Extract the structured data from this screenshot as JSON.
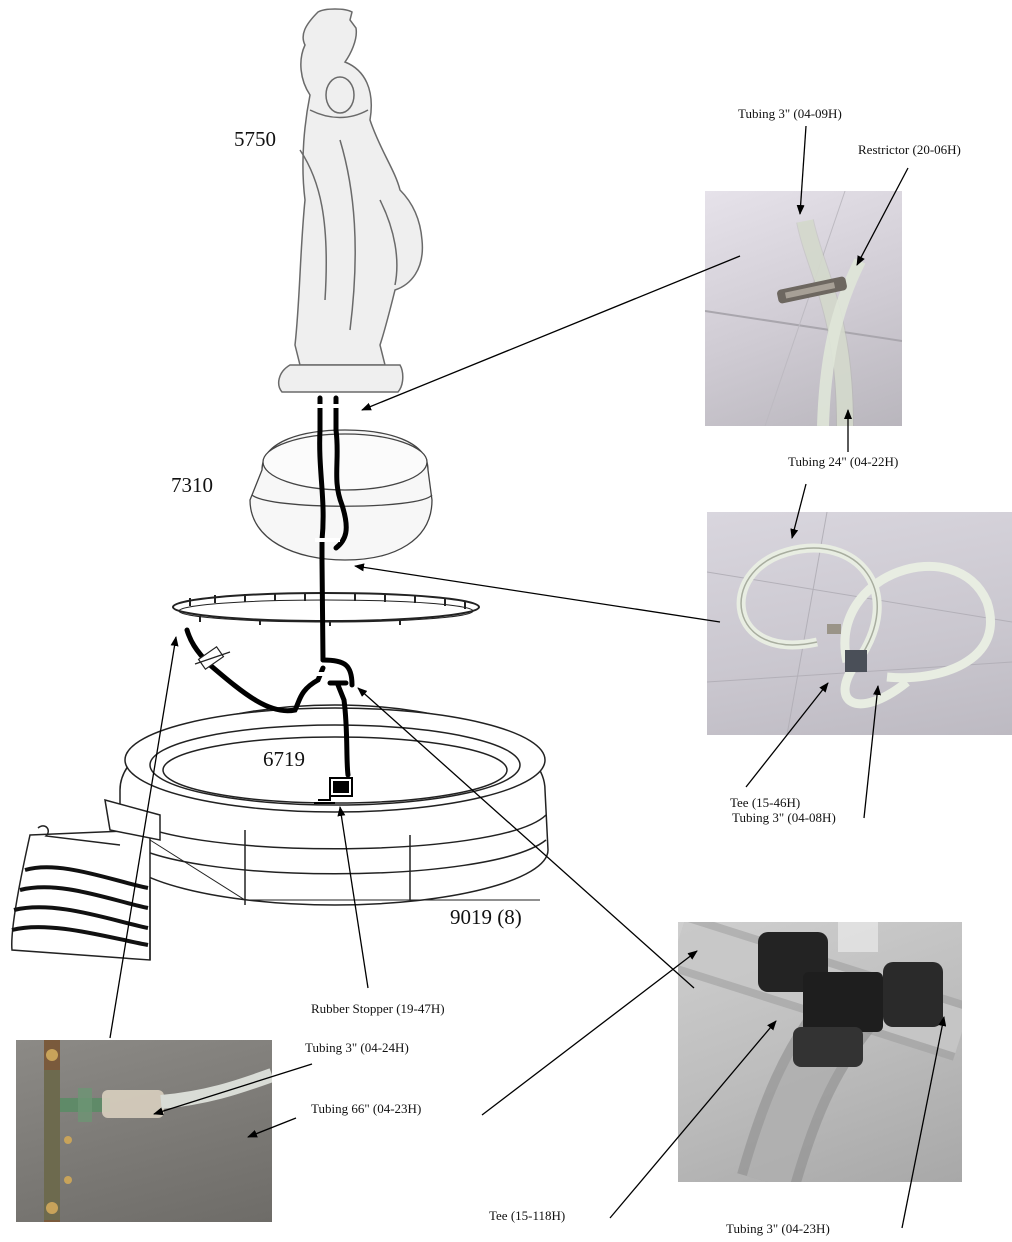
{
  "part_numbers": {
    "statue": "5750",
    "pedestal": "7310",
    "ring": "6719",
    "basin": "9019 (8)"
  },
  "callouts": {
    "tubing_3_0409h": "Tubing 3\" (04-09H)",
    "restrictor": "Restrictor (20-06H)",
    "tubing_24": "Tubing 24\" (04-22H)",
    "tee_15_46h": "Tee (15-46H)",
    "tubing_3_0408h": "Tubing 3\" (04-08H)",
    "rubber_stopper": "Rubber Stopper (19-47H)",
    "tubing_3_0424h": "Tubing 3\" (04-24H)",
    "tubing_66": "Tubing 66\" (04-23H)",
    "tee_15_118h": "Tee (15-118H)",
    "tubing_3_0423h": "Tubing 3\" (04-23H)"
  }
}
